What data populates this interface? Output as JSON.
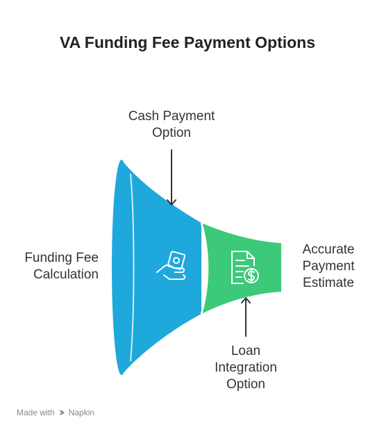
{
  "title": "VA Funding Fee Payment Options",
  "labels": {
    "cash": [
      "Cash Payment",
      "Option"
    ],
    "funding": [
      "Funding Fee",
      "Calculation"
    ],
    "estimate": [
      "Accurate",
      "Payment",
      "Estimate"
    ],
    "loan": [
      "Loan",
      "Integration",
      "Option"
    ]
  },
  "icons": {
    "stage1": "cash-in-hand-icon",
    "stage2": "invoice-dollar-icon",
    "branding": "napkin-logo-icon"
  },
  "colors": {
    "stage1_fill": "#1fa8dc",
    "stage1_rim": "#178fbf",
    "stage2_fill": "#3cc97a",
    "arrow": "#333333",
    "icon_stroke": "#ffffff"
  },
  "footer": {
    "made_with": "Made with",
    "brand": "Napkin"
  }
}
